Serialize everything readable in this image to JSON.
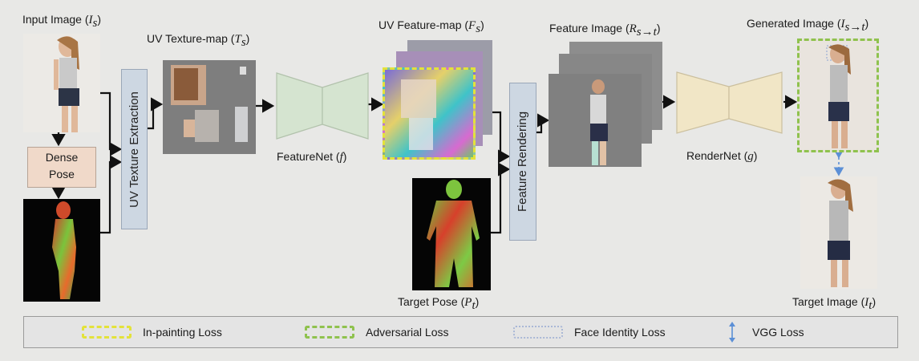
{
  "labels": {
    "input_image": "Input Image",
    "input_image_sym": "I",
    "input_image_sub": "s",
    "uv_texture_map": "UV Texture-map",
    "uv_texture_map_sym": "T",
    "uv_texture_map_sub": "s",
    "uv_feature_map": "UV Feature-map",
    "uv_feature_map_sym": "F",
    "uv_feature_map_sub": "s",
    "feature_image": "Feature Image",
    "feature_image_sym": "R",
    "feature_image_sub": "s→t",
    "generated_image": "Generated Image",
    "generated_image_sym": "I",
    "generated_image_sub": "s→t",
    "featurenet": "FeatureNet",
    "featurenet_sym": "f",
    "rendernet": "RenderNet",
    "rendernet_sym": "g",
    "target_pose": "Target Pose",
    "target_pose_sym": "P",
    "target_pose_sub": "t",
    "target_image": "Target Image",
    "target_image_sym": "I",
    "target_image_sub": "t",
    "dense_pose": "Dense\nPose"
  },
  "modules": {
    "uv_texture_extraction": "UV Texture Extraction",
    "feature_rendering": "Feature Rendering"
  },
  "legend": [
    {
      "label": "In-painting Loss",
      "color": "#e3e23a",
      "style": "dashed"
    },
    {
      "label": "Adversarial Loss",
      "color": "#8fc24e",
      "style": "dashed"
    },
    {
      "label": "Face Identity Loss",
      "color": "#aab8d6",
      "style": "dotted"
    },
    {
      "label": "VGG Loss",
      "color": "#5b8fd6",
      "style": "double-arrow"
    }
  ],
  "colors": {
    "featurenet_fill": "#d5e4d0",
    "rendernet_fill": "#f1e6c6",
    "uv_box_fill": "#cdd7e2",
    "dense_pose_fill": "#f0d9c9"
  }
}
